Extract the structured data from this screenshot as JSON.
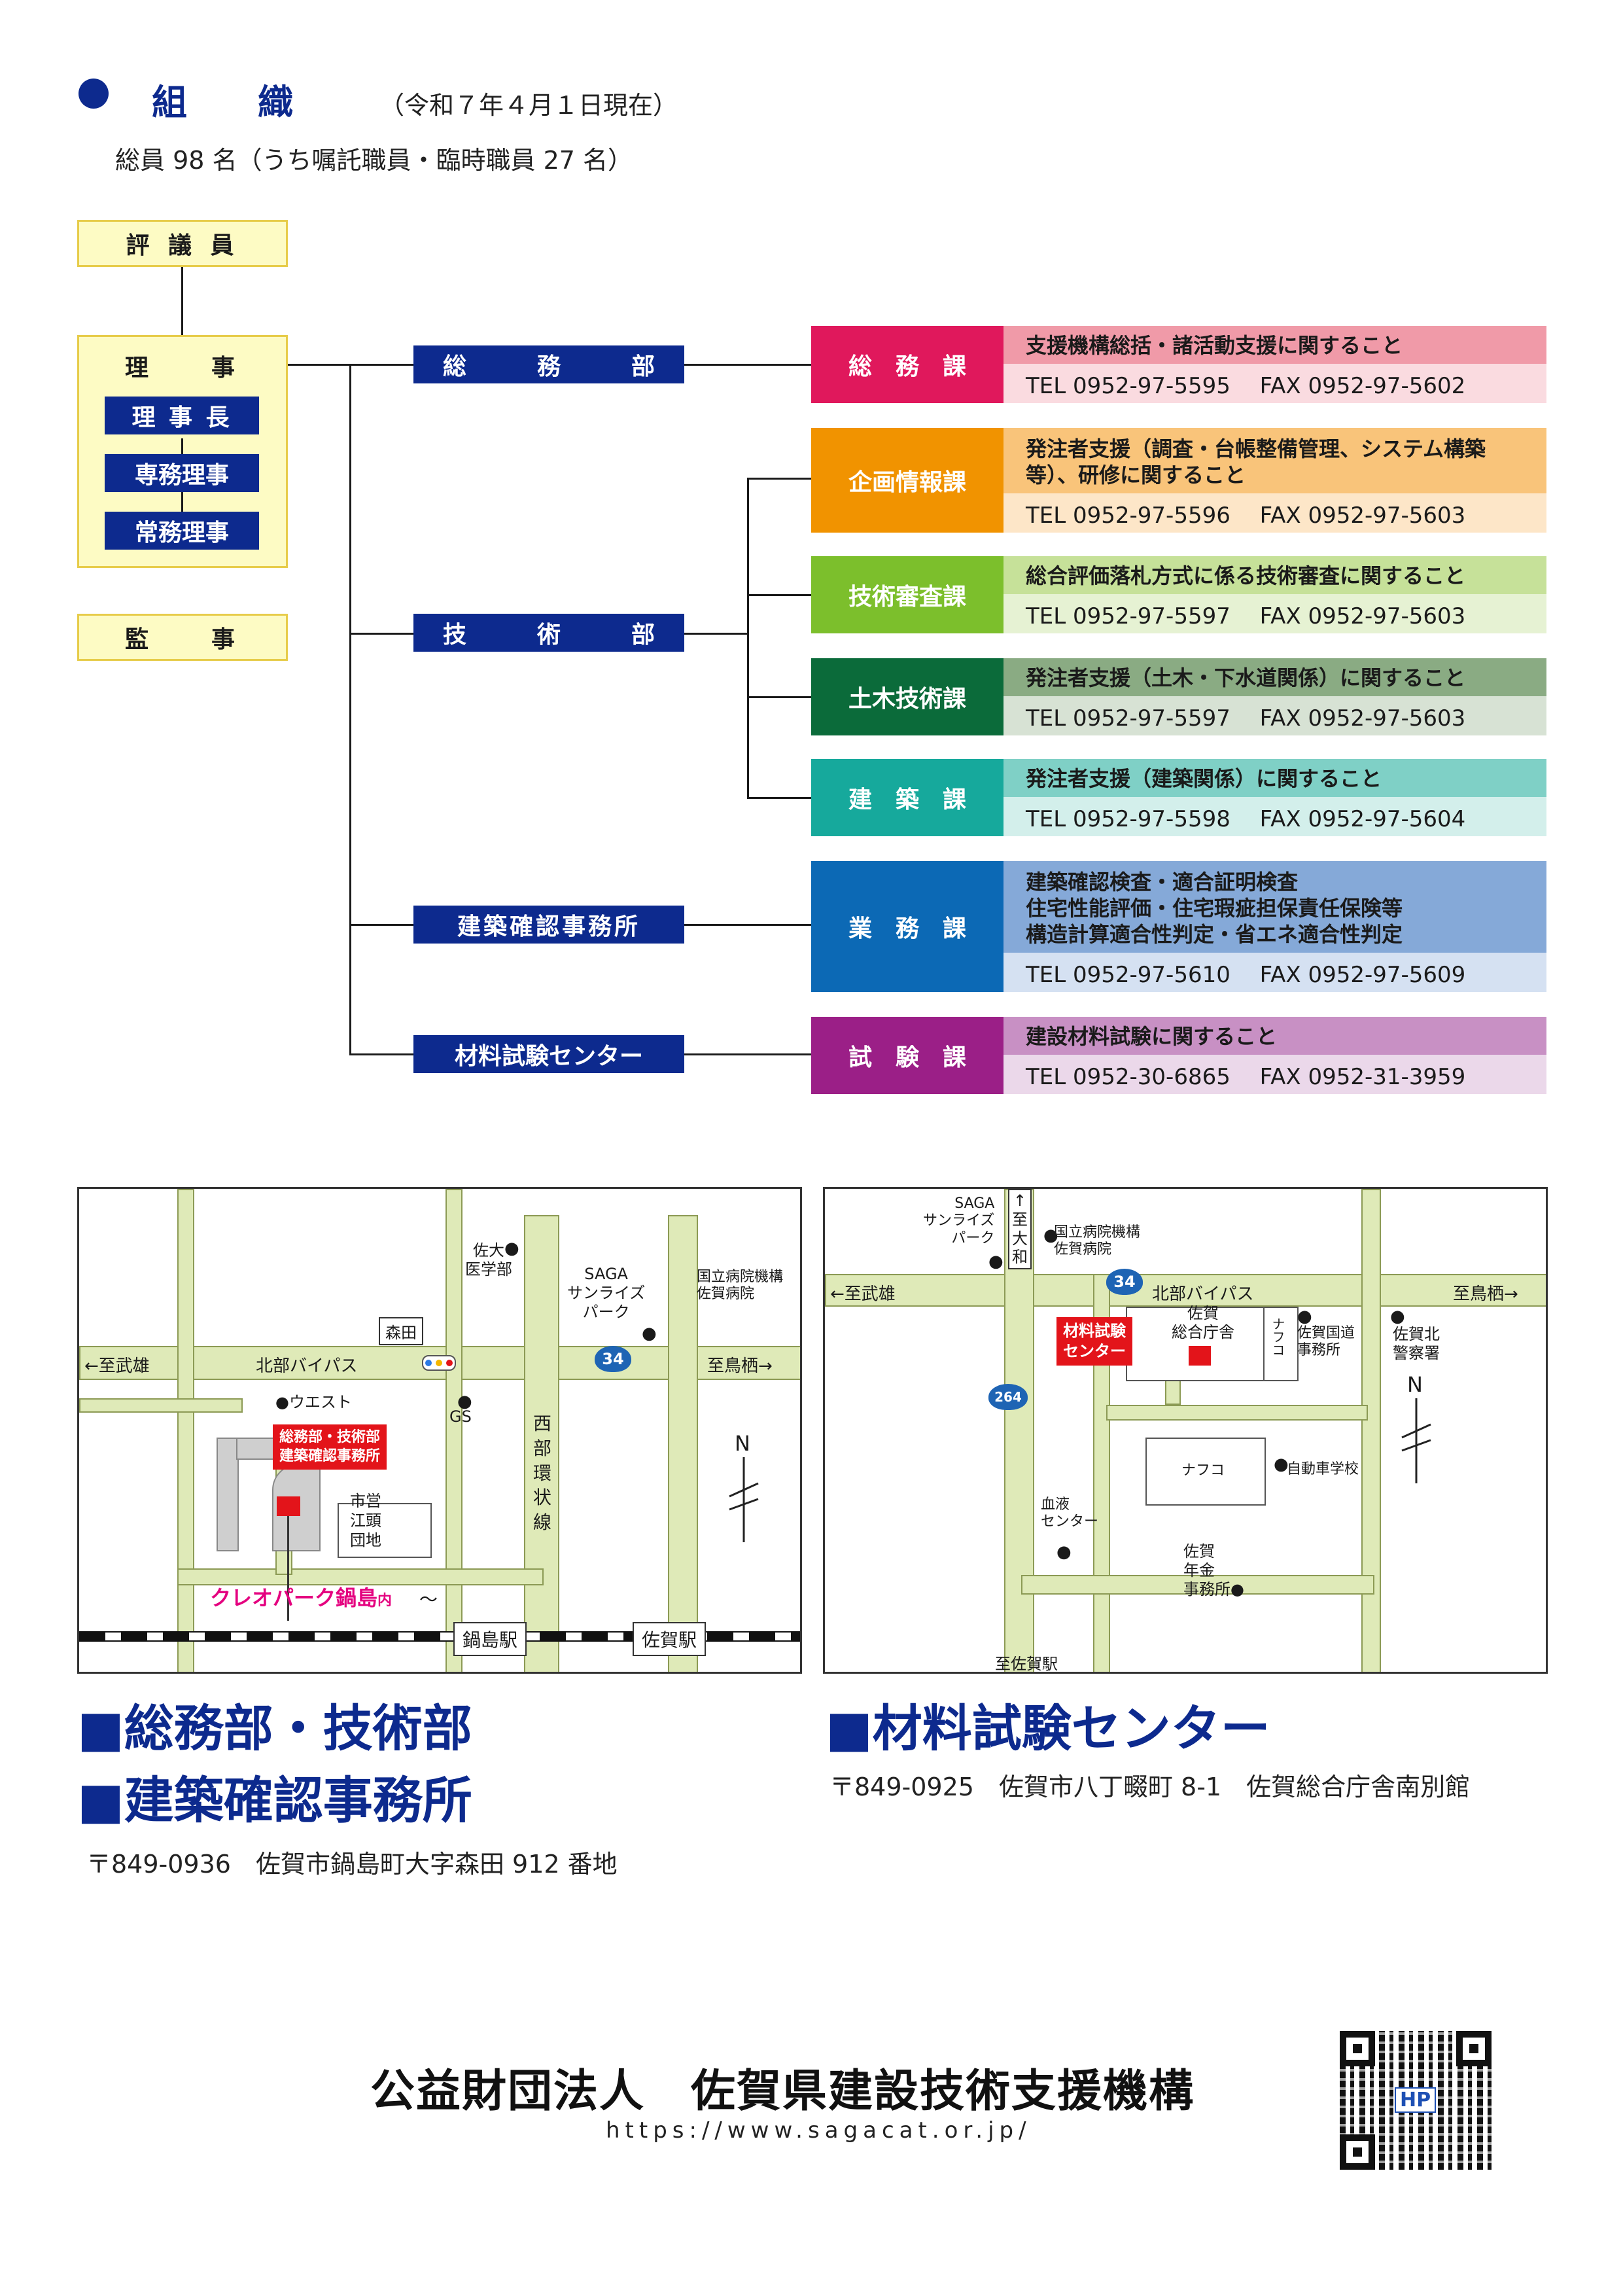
{
  "header": {
    "title": "組　　織",
    "as_of": "（令和７年４月１日現在）",
    "staff": "総員 98 名（うち嘱託職員・臨時職員 27 名）"
  },
  "governance": {
    "councilors": "評 議 員",
    "directors": "理　　事",
    "chairman": "理 事 長",
    "managing_director": "専務理事",
    "executive_director": "常務理事",
    "auditor": "監　　事"
  },
  "departments": {
    "general": "総　　　務　　　部",
    "technical": "技　　　術　　　部",
    "building_office": "建築確認事務所",
    "materials_center": "材料試験センター"
  },
  "divisions": [
    {
      "name": "総　務　課",
      "color": "#e0185c",
      "desc_bg": "#f09aa8",
      "tel_bg": "#fadbe0",
      "desc": [
        "支援機構総括・諸活動支援に関すること"
      ],
      "tel": "TEL 0952-97-5595　 FAX 0952-97-5602"
    },
    {
      "name": "企画情報課",
      "color": "#f19300",
      "desc_bg": "#f9c47a",
      "tel_bg": "#fde6c8",
      "desc": [
        "発注者支援（調査・台帳整備管理、システム構築",
        "等）、研修に関すること"
      ],
      "tel": "TEL 0952-97-5596　 FAX 0952-97-5603"
    },
    {
      "name": "技術審査課",
      "color": "#7cbf2c",
      "desc_bg": "#c6e199",
      "tel_bg": "#e6f2d3",
      "desc": [
        "総合評価落札方式に係る技術審査に関すること"
      ],
      "tel": "TEL 0952-97-5597　 FAX 0952-97-5603"
    },
    {
      "name": "土木技術課",
      "color": "#0b6b3a",
      "desc_bg": "#8aab83",
      "tel_bg": "#d7e2d4",
      "desc": [
        "発注者支援（土木・下水道関係）に関すること"
      ],
      "tel": "TEL 0952-97-5597　 FAX 0952-97-5603"
    },
    {
      "name": "建　築　課",
      "color": "#16a99c",
      "desc_bg": "#7fd0c6",
      "tel_bg": "#d3efeb",
      "desc": [
        "発注者支援（建築関係）に関すること"
      ],
      "tel": "TEL 0952-97-5598　 FAX 0952-97-5604"
    },
    {
      "name": "業　務　課",
      "color": "#0c69b5",
      "desc_bg": "#85a9d8",
      "tel_bg": "#d5e1f2",
      "desc": [
        "建築確認検査・適合証明検査",
        "住宅性能評価・住宅瑕疵担保責任保険等",
        "構造計算適合性判定・省エネ適合性判定"
      ],
      "tel": "TEL 0952-97-5610　 FAX 0952-97-5609"
    },
    {
      "name": "試　験　課",
      "color": "#9b1f87",
      "desc_bg": "#c890c4",
      "tel_bg": "#ebd8ea",
      "desc": [
        "建設材料試験に関すること"
      ],
      "tel": "TEL 0952-30-6865　 FAX 0952-31-3959"
    }
  ],
  "map1": {
    "west": "←至武雄",
    "bypass": "北部バイパス",
    "east": "至鳥栖→",
    "route": "34",
    "morita": "森田",
    "saga_med_1": "佐大",
    "saga_med_2": "医学部",
    "sunrise_1": "SAGA",
    "sunrise_2": "サンライズ",
    "sunrise_3": "パーク",
    "hosp_1": "国立病院機構",
    "hosp_2": "佐賀病院",
    "west_shop": "●ウエスト",
    "gs": "GS",
    "loop": [
      "西",
      "部",
      "環",
      "状",
      "線"
    ],
    "target_1": "総務部・技術部",
    "target_2": "建築確認事務所",
    "danchi": [
      "市営",
      "江頭",
      "団地"
    ],
    "creo": "クレオパーク鍋島",
    "creo_in": "内",
    "station_1": "鍋島駅",
    "station_2": "佐賀駅",
    "north": "N"
  },
  "map2": {
    "sunrise_1": "SAGA",
    "sunrise_2": "サンライズ",
    "sunrise_3": "パーク",
    "dazaifu": [
      "↑",
      "至",
      "大",
      "和"
    ],
    "hosp_1": "国立病院機構",
    "hosp_2": "佐賀病院",
    "west": "←至武雄",
    "bypass": "北部バイパス",
    "east": "至鳥栖→",
    "route1": "34",
    "route2": "264",
    "target_1": "材料試験",
    "target_2": "センター",
    "govt_1": "佐賀",
    "govt_2": "総合庁舎",
    "nafco_v": "ナフコ",
    "road_office_1": "佐賀国道",
    "road_office_2": "事務所",
    "police_1": "佐賀北",
    "police_2": "警察署",
    "nafco": "ナフコ",
    "driving_school": "自動車学校",
    "blood_1": "血液",
    "blood_2": "センター",
    "pension_1": "佐賀",
    "pension_2": "年金",
    "pension_3": "事務所",
    "to_station": "至佐賀駅",
    "north": "N"
  },
  "addresses": {
    "left_title_1": "■総務部・技術部",
    "left_title_2": "■建築確認事務所",
    "left_addr": "〒849-0936　佐賀市鍋島町大字森田 912 番地",
    "right_title": "■材料試験センター",
    "right_addr": "〒849-0925　佐賀市八丁畷町 8-1　佐賀総合庁舎南別館"
  },
  "footer": {
    "org_name": "公益財団法人　佐賀県建設技術支援機構",
    "url": "https://www.sagacat.or.jp/",
    "qr_label": "HP"
  },
  "colors": {
    "navy": "#0d2a8e",
    "yellow_fill": "#fdfbc4",
    "yellow_border": "#e7cc4a",
    "map_road": "#dfeab8",
    "map_target": "#e3141a",
    "creo_pink": "#e4007f"
  }
}
